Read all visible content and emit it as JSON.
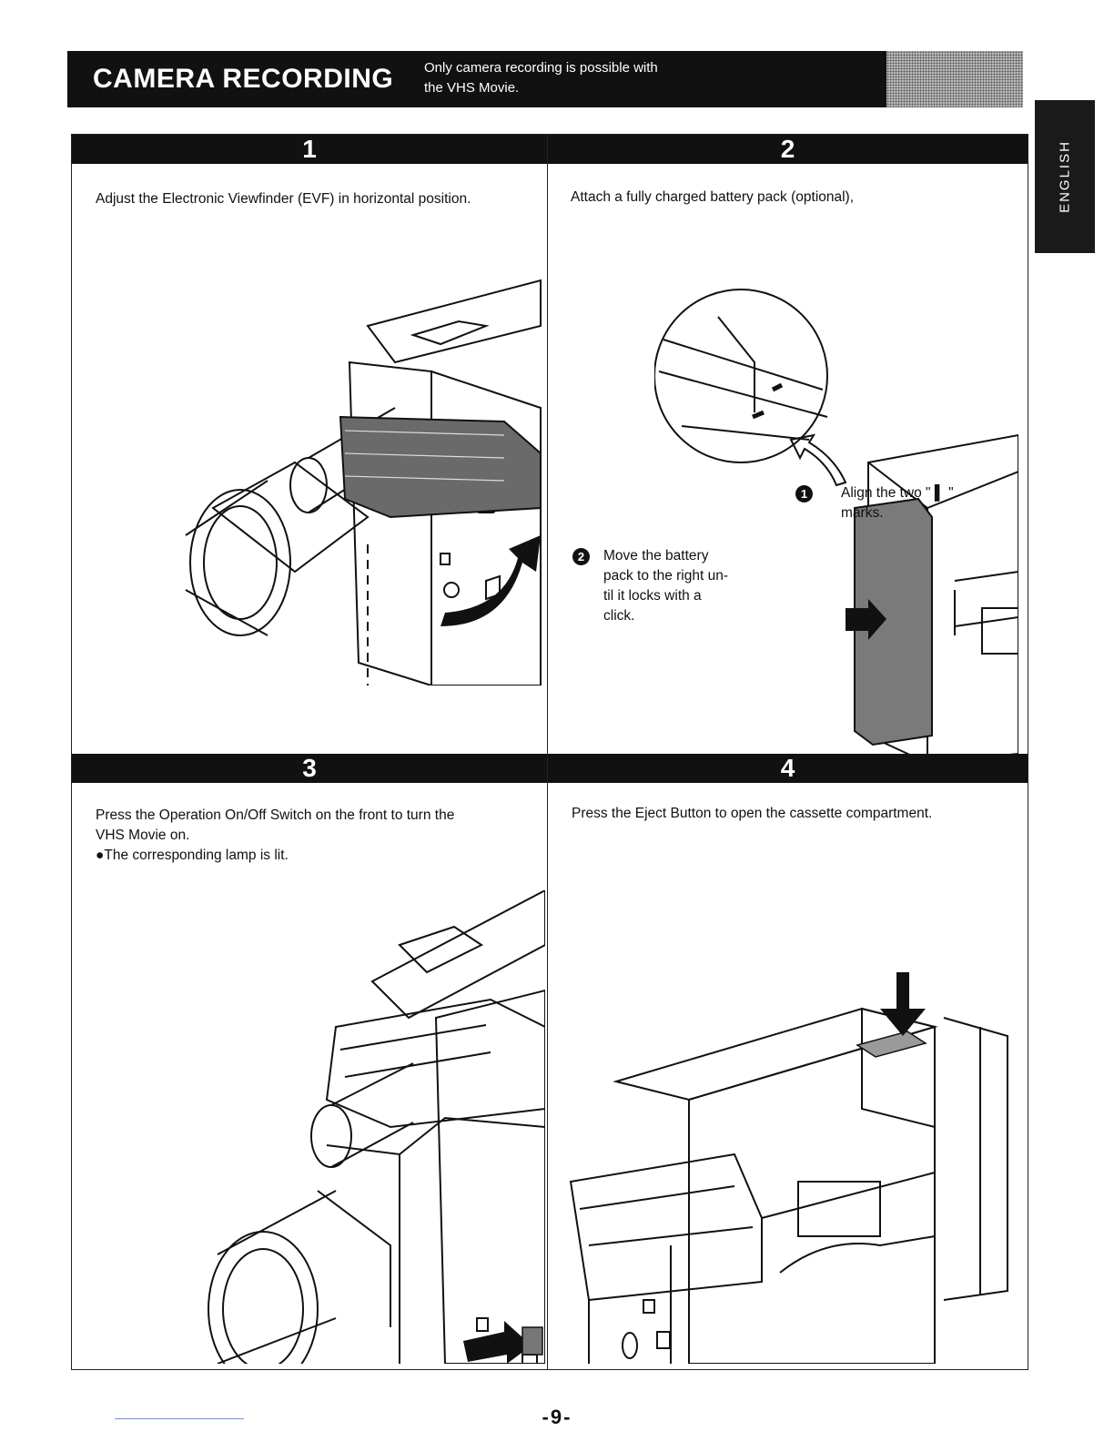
{
  "header": {
    "title": "CAMERA RECORDING",
    "subtitle_line1": "Only camera recording is possible with",
    "subtitle_line2": "the VHS Movie."
  },
  "side_tab": {
    "label": "ENGLISH"
  },
  "steps": [
    {
      "number": "1",
      "text": "Adjust the Electronic Viewfinder (EVF) in horizontal position."
    },
    {
      "number": "2",
      "text": "Attach a fully charged battery pack (optional),",
      "callouts": [
        {
          "badge": "1",
          "line1": "Align the two \" ▌ \"",
          "line2": "marks."
        },
        {
          "badge": "2",
          "line1": "Move the battery",
          "line2": "pack to the right un-",
          "line3": "til it locks with a",
          "line4": "click."
        }
      ]
    },
    {
      "number": "3",
      "text_line1": "Press the Operation On/Off Switch on the front to turn the",
      "text_line2": "VHS Movie on.",
      "text_line3": "●The corresponding lamp is lit."
    },
    {
      "number": "4",
      "text": "Press the Eject Button to open the cassette compartment."
    }
  ],
  "page_number": "-9-"
}
